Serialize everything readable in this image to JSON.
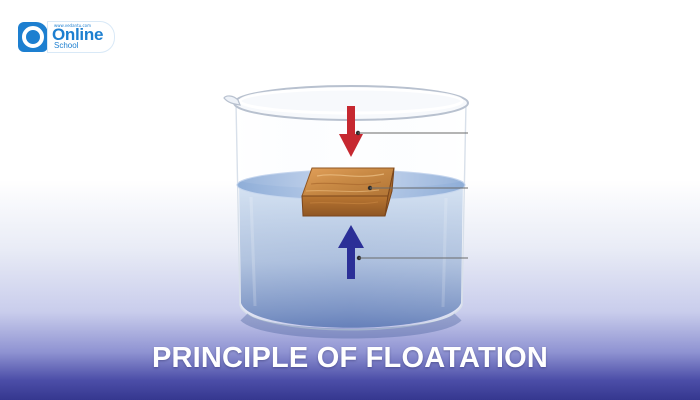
{
  "title": "PRINCIPLE OF FLOATATION",
  "logo": {
    "wordmark": "Online",
    "subtext": "School",
    "tagline": "www.vedantu.com"
  },
  "colors": {
    "title_text": "#ffffff",
    "logo_blue": "#1d7fd0",
    "downward_arrow": "#c62830",
    "upward_arrow": "#2b2f97",
    "water": "#8aa6cf",
    "wood": "#c98a45",
    "background_bottom": "#35378f"
  },
  "icons": {
    "logo_mark": "logo-ring-icon",
    "down_arrow": "arrow-down-icon",
    "up_arrow": "arrow-up-icon"
  }
}
